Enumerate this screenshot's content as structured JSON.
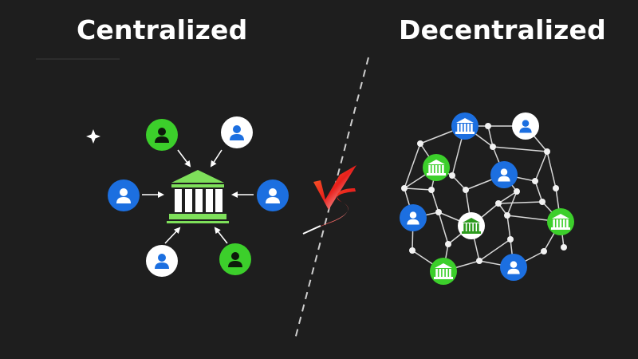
{
  "titles": {
    "left": "Centralized",
    "right": "Decentralized"
  },
  "vs_mark": "VS",
  "colors": {
    "background": "#1e1e1e",
    "green": "#3ccf2b",
    "blue": "#1c6fe0",
    "white": "#ffffff",
    "bank": "#7ee05a",
    "divider": "#cccccc"
  },
  "icons": {
    "user": "person-icon",
    "institution": "bank-icon",
    "sparkle": "sparkle-icon"
  }
}
